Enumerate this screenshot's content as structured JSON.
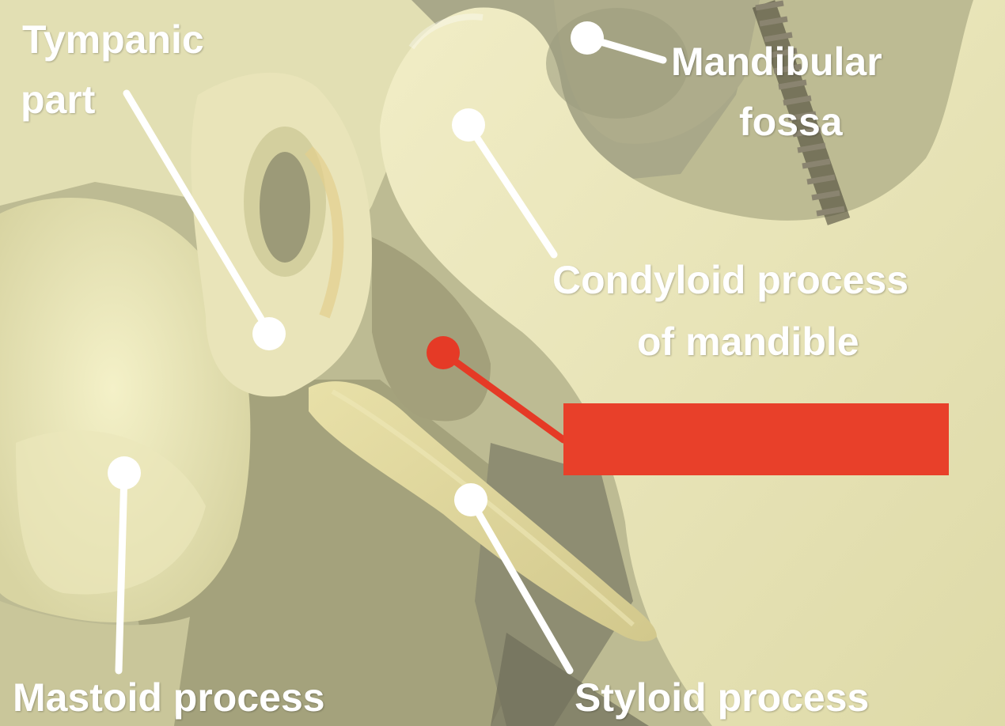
{
  "labels": {
    "tympanic_part_line1": "Tympanic",
    "tympanic_part_line2": "part",
    "mandibular_fossa_line1": "Mandibular",
    "mandibular_fossa_line2": "fossa",
    "condyloid_line1": "Condyloid process",
    "condyloid_line2": "of mandible",
    "mastoid_process": "Mastoid process",
    "styloid_process": "Styloid process"
  },
  "colors": {
    "label_text": "#ffffff",
    "pointer_white": "#ffffff",
    "pointer_red": "#e53a26",
    "answer_box": "#e8402a"
  }
}
